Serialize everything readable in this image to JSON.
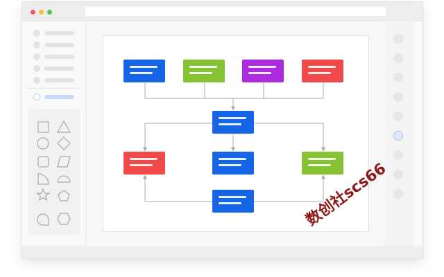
{
  "colors": {
    "blue": "#1565e6",
    "green": "#86c233",
    "purple": "#ac2be0",
    "red": "#f24a4a",
    "connector": "#a9a9a9"
  },
  "sidebar": {
    "menu_rows": 5,
    "selected_row": 6,
    "shape_icons": [
      "square-icon",
      "triangle-icon",
      "circle-icon",
      "diamond-icon",
      "rounded-square-icon",
      "parallelogram-icon",
      "quarter-circle-icon",
      "semicircle-icon",
      "star-icon",
      "pentagon-icon",
      "speech-bubble-icon",
      "hexagon-icon"
    ]
  },
  "diagram": {
    "nodes": [
      {
        "name": "node-top-1",
        "color": "blue"
      },
      {
        "name": "node-top-2",
        "color": "green"
      },
      {
        "name": "node-top-3",
        "color": "purple"
      },
      {
        "name": "node-top-4",
        "color": "red"
      },
      {
        "name": "node-center",
        "color": "blue"
      },
      {
        "name": "node-left",
        "color": "red"
      },
      {
        "name": "node-middle",
        "color": "blue"
      },
      {
        "name": "node-right",
        "color": "green"
      },
      {
        "name": "node-bottom",
        "color": "blue"
      }
    ]
  },
  "right_panel": {
    "dots": 9,
    "active_dot": 6
  },
  "watermark": {
    "text": "数创社scs66"
  }
}
